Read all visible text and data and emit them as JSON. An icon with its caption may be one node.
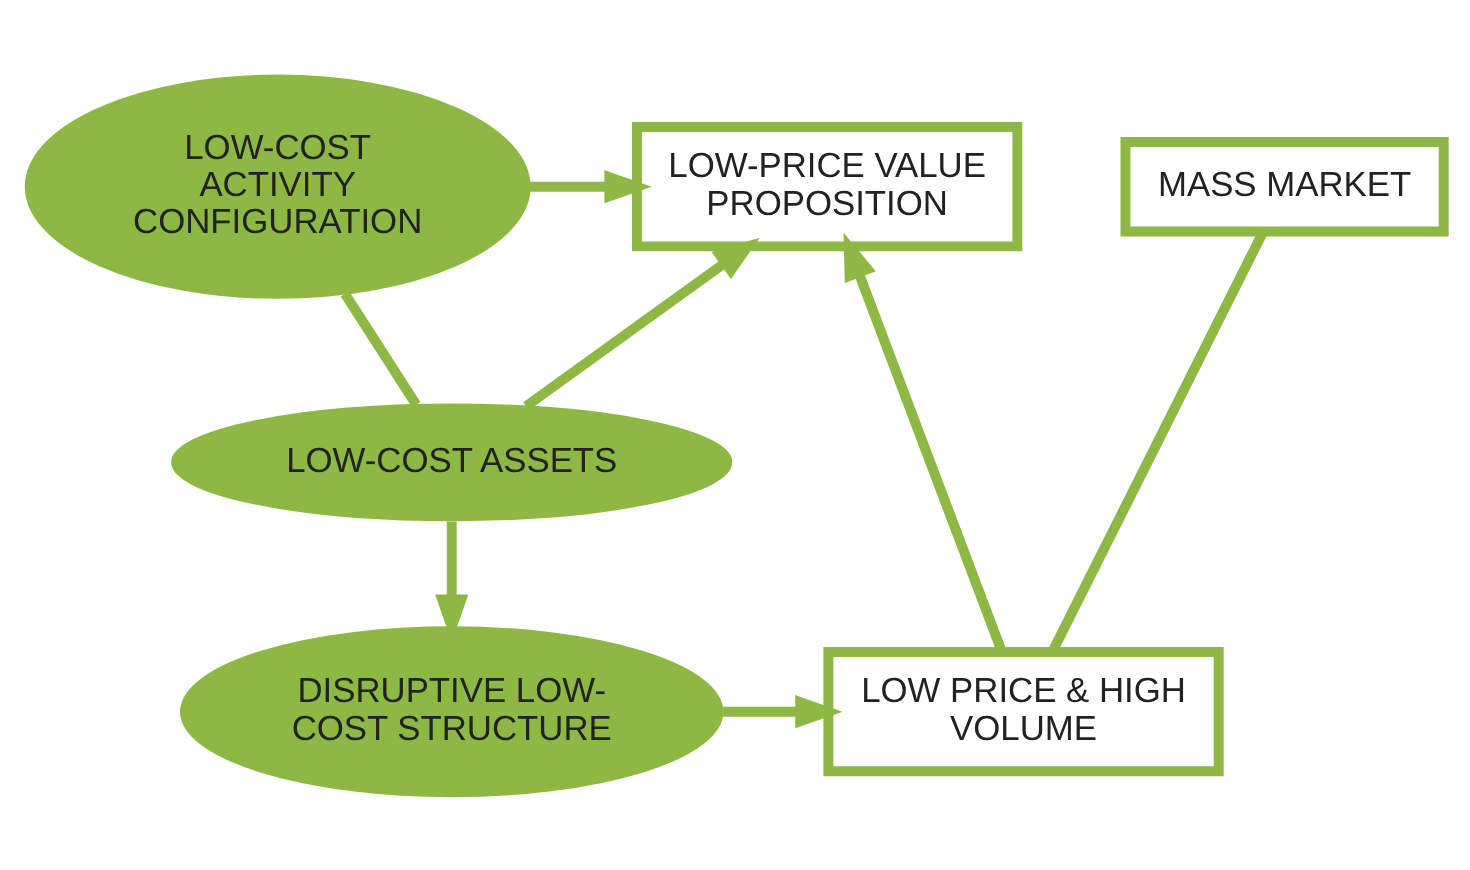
{
  "diagram": {
    "nodes": [
      {
        "text": [
          "LOW-COST ACTIVITY CONFIGURATION"
        ]
      },
      {
        "text": [
          "LOW-PRICE VALUE PROPOSITION"
        ]
      },
      {
        "text": [
          "MASS MARKET"
        ]
      },
      {
        "text": [
          "LOW-COST ASSETS"
        ]
      },
      {
        "text": [
          "DISRUPTIVE LOW-COST STRUCTURE"
        ]
      },
      {
        "text": [
          "LOW PRICE & HIGH VOLUME"
        ]
      }
    ],
    "edges": [
      {
        "from": 0,
        "to": 1,
        "arrow": "to"
      },
      {
        "from": 0,
        "to": 3,
        "arrow": "none"
      },
      {
        "from": 3,
        "to": 1,
        "arrow": "to"
      },
      {
        "from": 3,
        "to": 4,
        "arrow": "to"
      },
      {
        "from": 4,
        "to": 5,
        "arrow": "to"
      },
      {
        "from": 5,
        "to": 1,
        "arrow": "to"
      },
      {
        "from": 2,
        "to": 5,
        "arrow": "none"
      }
    ]
  }
}
